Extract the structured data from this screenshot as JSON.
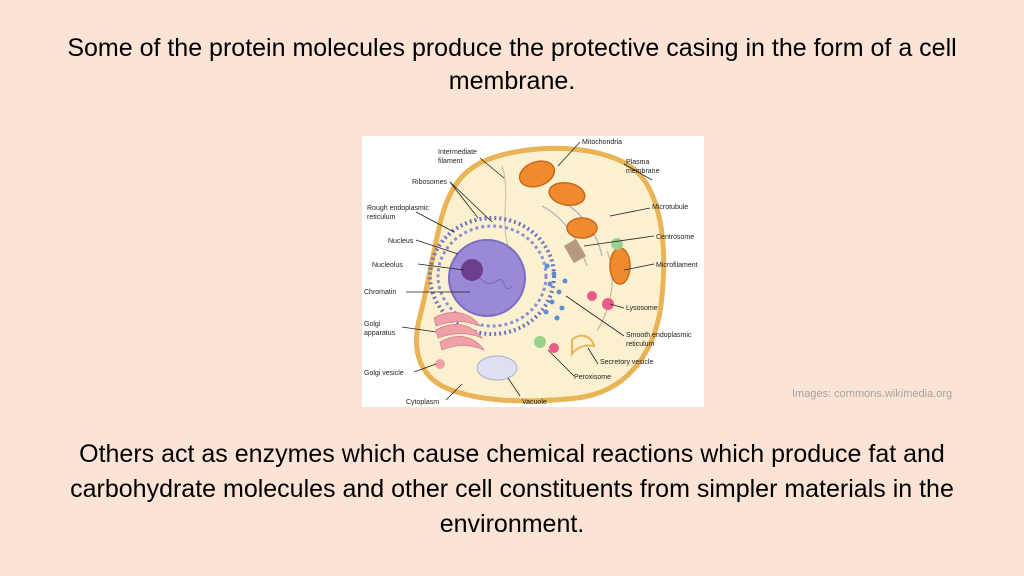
{
  "heading": "Some of the protein molecules produce the protective casing in the form of a cell membrane.",
  "body_text": "Others act as enzymes which cause chemical reactions which produce fat and carbohydrate molecules and other cell constituents from simpler materials in the environment.",
  "image_credit": "Images: commons.wikimedia.org",
  "diagram": {
    "labels": {
      "intermediate_filament_1": "Intermediate",
      "intermediate_filament_2": "filament",
      "ribosomes": "Ribosomes",
      "rough_er_1": "Rough endoplasmic",
      "rough_er_2": "reticulum",
      "nucleus": "Nucleus",
      "nucleolus": "Nucleolus",
      "chromatin": "Chromatin",
      "golgi_apparatus_1": "Golgi",
      "golgi_apparatus_2": "apparatus",
      "golgi_vesicle": "Golgi vesicle",
      "cytoplasm": "Cytoplasm",
      "vacuole": "Vacuole",
      "peroxisome": "Peroxisome",
      "secretory_vesicle": "Secretory vesicle",
      "smooth_er_1": "Smooth endoplasmic",
      "smooth_er_2": "reticulum",
      "lysosome": "Lysosome",
      "microfilament": "Microfilament",
      "centrosome": "Centrosome",
      "microtubule": "Microtubule",
      "plasma_membrane_1": "Plasma",
      "plasma_membrane_2": "membrane",
      "mitochondria": "Mitochondria"
    },
    "colors": {
      "membrane": "#e8b455",
      "cytoplasm": "#fbf0cf",
      "nucleus": "#9a89d6",
      "nucleolus": "#6b3f8c",
      "er": "#6f73c4",
      "mitochondria": "#ef8a2e",
      "golgi": "#f0a0a8",
      "lysosome": "#ea5b8a",
      "peroxisome": "#9bd08e",
      "vacuole": "#dfe0ef"
    }
  }
}
